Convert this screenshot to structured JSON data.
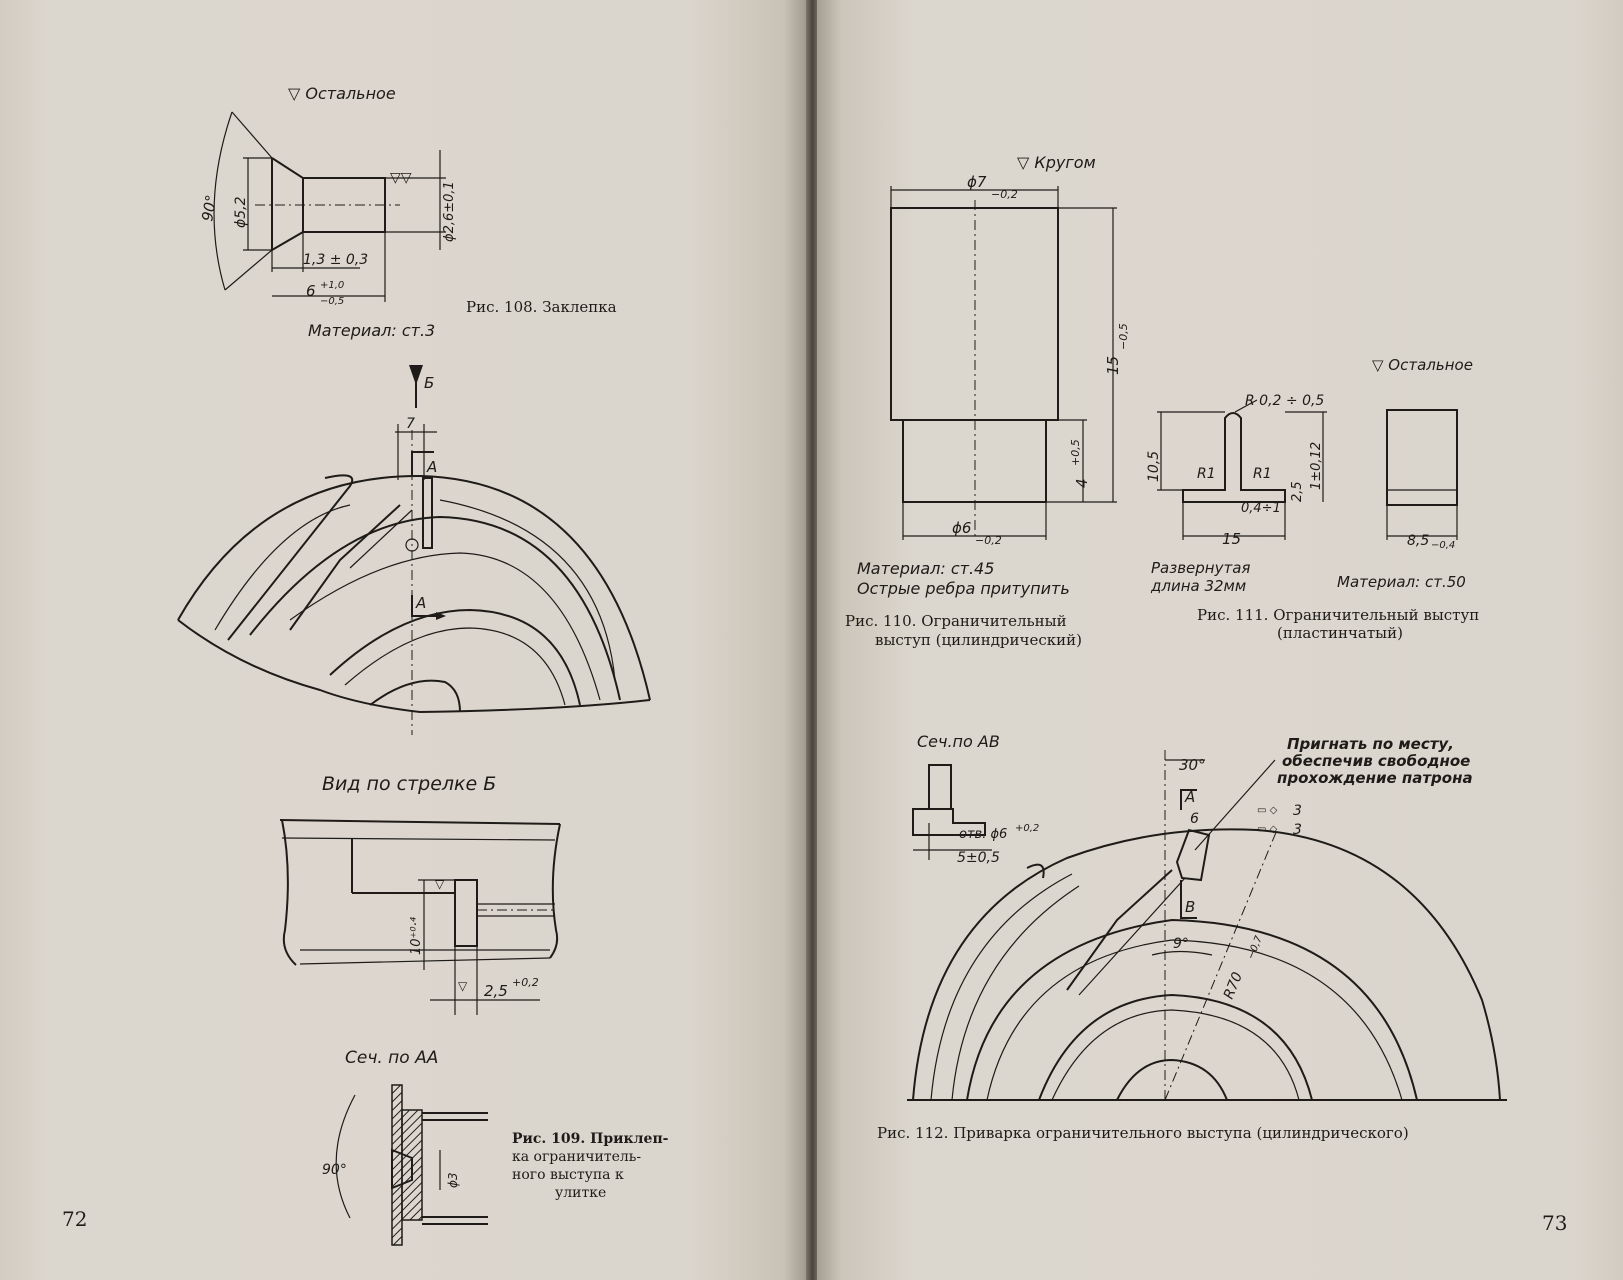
{
  "left_page": {
    "page_number": "72",
    "fig108": {
      "finish_note": "▽ Остальное",
      "dims": {
        "angle": "90°",
        "head_dia": "ϕ5,2",
        "shank_dia": "ϕ2,6±0,1",
        "head_h": "1,3 ± 0,3",
        "length": "6",
        "length_tol_up": "+1,0",
        "length_tol_dn": "−0,5"
      },
      "material": "Материал: ст.3",
      "caption": "Рис. 108.   Заклепка"
    },
    "fig109": {
      "labels": {
        "arrow_b": "Б",
        "dim7": "7",
        "sec_a_top": "А",
        "sec_a_bottom": "А"
      },
      "view_title": "Вид по стрелке Б",
      "view_dims": {
        "height": "10⁺⁰·⁴",
        "width": "2,5",
        "width_tol": "+0,2"
      },
      "section_title": "Сеч. по АА",
      "section_dims": {
        "angle": "90°",
        "hole": "ϕ3"
      },
      "caption_lines": [
        "Рис. 109. Приклеп-",
        "ка   ограничитель-",
        "ного   выступа   к",
        "улитке"
      ]
    }
  },
  "right_page": {
    "page_number": "73",
    "fig110": {
      "finish_note": "▽ Кругом",
      "dims": {
        "top_dia": "ϕ7",
        "top_dia_tol": "−0,2",
        "total_len": "15",
        "total_len_tol": "−0,5",
        "pin_len": "4",
        "pin_len_tol": "+0,5",
        "pin_dia": "ϕ6",
        "pin_dia_tol": "−0,2"
      },
      "notes": [
        "Материал: ст.45",
        "Острые ребра притупить"
      ],
      "caption_lines": [
        "Рис.   110.     Ограничительный",
        "выступ (цилиндрический)"
      ]
    },
    "fig111": {
      "finish_note": "▽ Остальное",
      "dims": {
        "top_radius": "R 0,2 ÷ 0,5",
        "height": "10,5",
        "r_left": "R1",
        "r_right": "R1",
        "thickness": "0,4÷1",
        "base_h": "1±0,12",
        "base_h2": "2,5",
        "length": "15",
        "side_width": "8,5",
        "side_width_tol": "−0,4"
      },
      "notes_left": [
        "Развернутая",
        "длина 32мм"
      ],
      "material": "Материал: ст.50",
      "caption_lines": [
        "Рис.   111.   Ограничительный  выступ",
        "(пластинчатый)"
      ]
    },
    "fig112": {
      "section_title": "Сеч.по АВ",
      "section_dims": {
        "hole": "отв. ϕ6",
        "hole_tol": "+0,2",
        "offset": "5±0,5"
      },
      "note_lines": [
        "Пригнать по месту,",
        "обеспечив свободное",
        "прохождение патрона"
      ],
      "labels": {
        "angle30": "30°",
        "sec_a": "А",
        "dim6": "6",
        "weld1": "3",
        "weld2": "3",
        "sec_b": "В",
        "angle9": "9°",
        "radius": "R70",
        "radius_tol": "−0,7"
      },
      "caption": "Рис. 112.   Приварка  ограничительного  выступа  (цилиндрического)"
    }
  }
}
